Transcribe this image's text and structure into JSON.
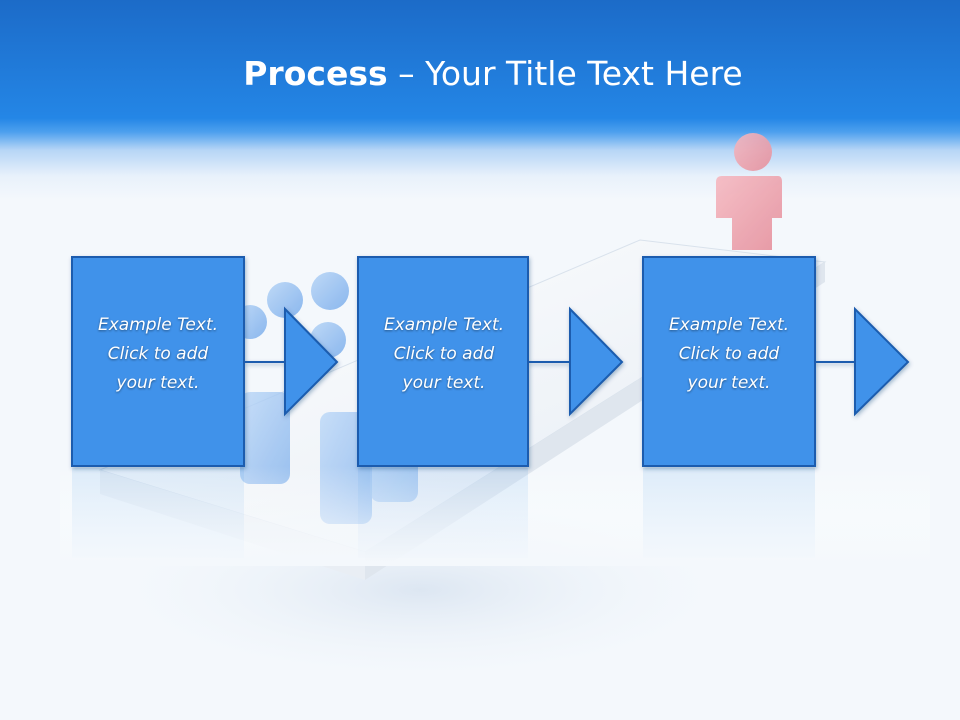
{
  "title": {
    "bold": "Process",
    "rest": " – Your Title Text Here"
  },
  "steps": [
    {
      "line1": "Example Text.",
      "line2": "Click  to add",
      "line3": "your text."
    },
    {
      "line1": "Example Text.",
      "line2": "Click  to add",
      "line3": "your text."
    },
    {
      "line1": "Example Text.",
      "line2": "Click  to add",
      "line3": "your text."
    }
  ],
  "colors": {
    "header": "#2486e6",
    "step_fill": "#3f92ea",
    "step_stroke": "#1a5cae",
    "text": "#ffffff"
  }
}
